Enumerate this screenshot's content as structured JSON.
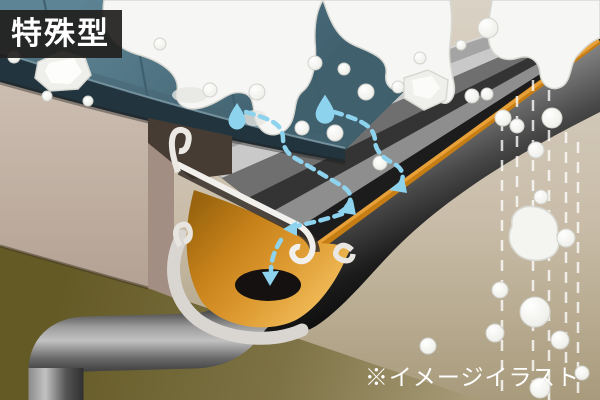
{
  "badge": {
    "label": "特殊型"
  },
  "note": {
    "label": "※イメージイラスト"
  },
  "scene": {
    "colors": {
      "background_top": "#dad2c5",
      "background_bottom": "#a89b7c",
      "ground_olive": "#6b6130",
      "wall_tan": "#c6b7ab",
      "roof_teal": "#4d7384",
      "roof_edge_navy": "#22353f",
      "snow_white": "#f6f6f4",
      "cover_gray": "#8a8a8a",
      "gutter_orange": "#d18a1f",
      "drain_black": "#141110",
      "flow_arrow_blue": "#8ed3ee",
      "pipe_gray": "#9d9d9d",
      "badge_bg": "#21201e",
      "text_white": "#ffffff"
    },
    "water_drops": [
      [
        237,
        117,
        1.0
      ],
      [
        325,
        110,
        1.1
      ]
    ],
    "snowballs_roof": [
      [
        14,
        57,
        6
      ],
      [
        47,
        96,
        5
      ],
      [
        88,
        101,
        5
      ],
      [
        160,
        44,
        6
      ],
      [
        210,
        90,
        7
      ],
      [
        257,
        92,
        8
      ],
      [
        315,
        63,
        7
      ],
      [
        344,
        69,
        6
      ],
      [
        366,
        92,
        8
      ],
      [
        398,
        87,
        6
      ],
      [
        302,
        128,
        7
      ],
      [
        335,
        133,
        8
      ],
      [
        380,
        163,
        7
      ],
      [
        420,
        58,
        6
      ],
      [
        461,
        45,
        5
      ],
      [
        472,
        96,
        7
      ]
    ],
    "snowballs_falling": [
      [
        488,
        28,
        10
      ],
      [
        487,
        94,
        6
      ],
      [
        503,
        118,
        8
      ],
      [
        517,
        126,
        7
      ],
      [
        552,
        118,
        10
      ],
      [
        536,
        150,
        8
      ],
      [
        541,
        197,
        7
      ],
      [
        566,
        238,
        9
      ],
      [
        500,
        290,
        8
      ],
      [
        535,
        312,
        15
      ],
      [
        495,
        333,
        9
      ],
      [
        560,
        340,
        9
      ],
      [
        428,
        346,
        8
      ],
      [
        540,
        388,
        10
      ],
      [
        582,
        373,
        7
      ]
    ],
    "fall_trails": [
      [
        502,
        120,
        400
      ],
      [
        517,
        96,
        235
      ],
      [
        533,
        80,
        400
      ],
      [
        549,
        90,
        400
      ],
      [
        566,
        132,
        368
      ],
      [
        578,
        142,
        400
      ]
    ]
  }
}
